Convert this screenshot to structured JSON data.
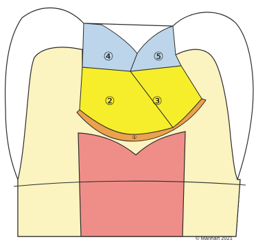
{
  "colors": {
    "background": "#ffffff",
    "enamel": "#ffffff",
    "dentin": "#fbf3c0",
    "pulp": "#ef8e88",
    "liner": "#eaa24e",
    "base_layers": "#f6ee2b",
    "occlusal_layers": "#bcd5ea",
    "outline": "#2a2a2a"
  },
  "labels": {
    "layer_1": "①",
    "layer_2": "②",
    "layer_3": "③",
    "layer_4": "④",
    "layer_5": "⑤"
  },
  "copyright": "© Manhart 2021"
}
